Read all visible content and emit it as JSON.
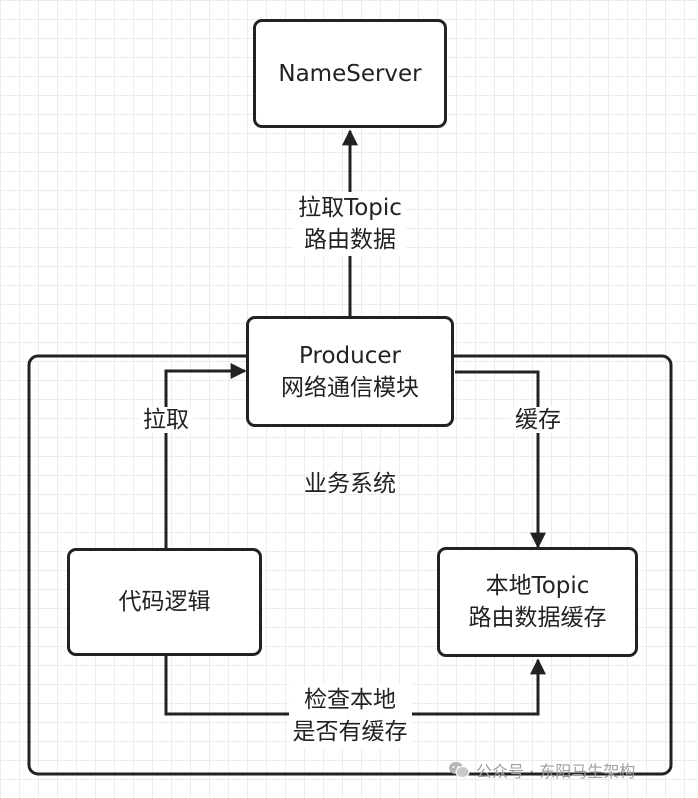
{
  "nodes": {
    "nameserver": {
      "label": "NameServer"
    },
    "producer": {
      "line1": "Producer",
      "line2": "网络通信模块"
    },
    "code": {
      "label": "代码逻辑"
    },
    "cache": {
      "line1": "本地Topic",
      "line2": "路由数据缓存"
    }
  },
  "container": {
    "label": "业务系统"
  },
  "edges": {
    "pull_topic": {
      "line1": "拉取Topic",
      "line2": "路由数据"
    },
    "pull": {
      "label": "拉取"
    },
    "cache": {
      "label": "缓存"
    },
    "check": {
      "line1": "检查本地",
      "line2": "是否有缓存"
    }
  },
  "watermark": {
    "text": "公众号 · 东阳马生架构"
  },
  "colors": {
    "stroke": "#222222",
    "grid": "#ececec"
  }
}
